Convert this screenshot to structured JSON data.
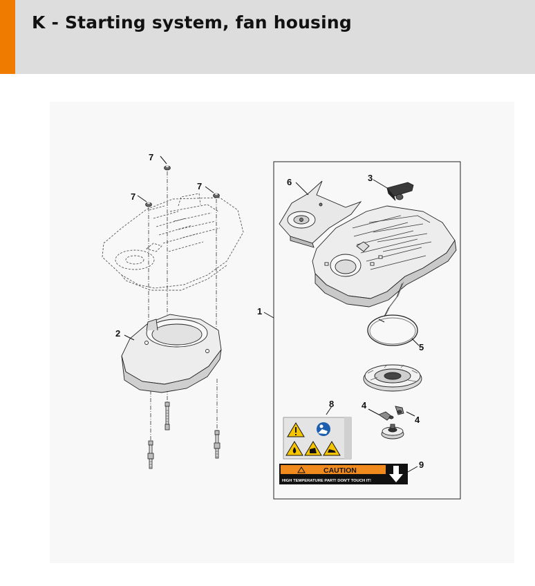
{
  "header": {
    "title": "K - Starting system, fan housing",
    "accent_color": "#ef7b00",
    "background_color": "#dcdddc"
  },
  "callouts": {
    "c1": "1",
    "c2": "2",
    "c3": "3",
    "c4a": "4",
    "c4b": "4",
    "c5": "5",
    "c6": "6",
    "c7a": "7",
    "c7b": "7",
    "c7c": "7",
    "c8": "8",
    "c9": "9"
  },
  "caution_label": {
    "heading": "CAUTION",
    "text": "HIGH TEMPERATURE PART! DON'T TOUCH IT!",
    "orange": "#f08a1c",
    "black": "#111111"
  },
  "warning_label": {
    "yellow": "#f6c500",
    "blue": "#1d5fae",
    "icons": [
      "warning-icon",
      "read-manual-icon",
      "fire-icon",
      "fuel-pour-icon",
      "hand-hot-surface-icon"
    ]
  }
}
